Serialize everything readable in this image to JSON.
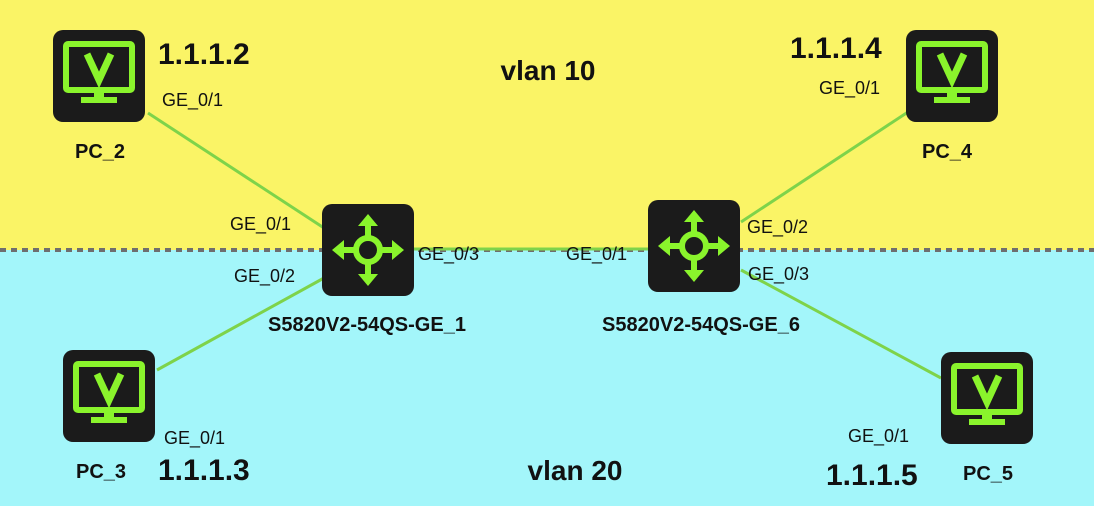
{
  "colors": {
    "vlan10_bg": "#FAF466",
    "vlan20_bg": "#A3F6FA",
    "divider": "#6E6E6E",
    "link": "#7ED34A",
    "device_body": "#1B1B1B",
    "device_accent": "#8AF42C"
  },
  "zones": {
    "vlan10": {
      "label": "vlan 10"
    },
    "vlan20": {
      "label": "vlan 20"
    }
  },
  "devices": {
    "pc2": {
      "name": "PC_2",
      "ip": "1.1.1.2",
      "port": "GE_0/1",
      "icon": "monitor-icon"
    },
    "pc3": {
      "name": "PC_3",
      "ip": "1.1.1.3",
      "port": "GE_0/1",
      "icon": "monitor-icon"
    },
    "pc4": {
      "name": "PC_4",
      "ip": "1.1.1.4",
      "port": "GE_0/1",
      "icon": "monitor-icon"
    },
    "pc5": {
      "name": "PC_5",
      "ip": "1.1.1.5",
      "port": "GE_0/1",
      "icon": "monitor-icon"
    },
    "sw1": {
      "name": "S5820V2-54QS-GE_1",
      "icon": "switch-icon",
      "ports": {
        "p1": "GE_0/1",
        "p2": "GE_0/2",
        "p3": "GE_0/3"
      }
    },
    "sw6": {
      "name": "S5820V2-54QS-GE_6",
      "icon": "switch-icon",
      "ports": {
        "p1": "GE_0/1",
        "p2": "GE_0/2",
        "p3": "GE_0/3"
      }
    }
  }
}
